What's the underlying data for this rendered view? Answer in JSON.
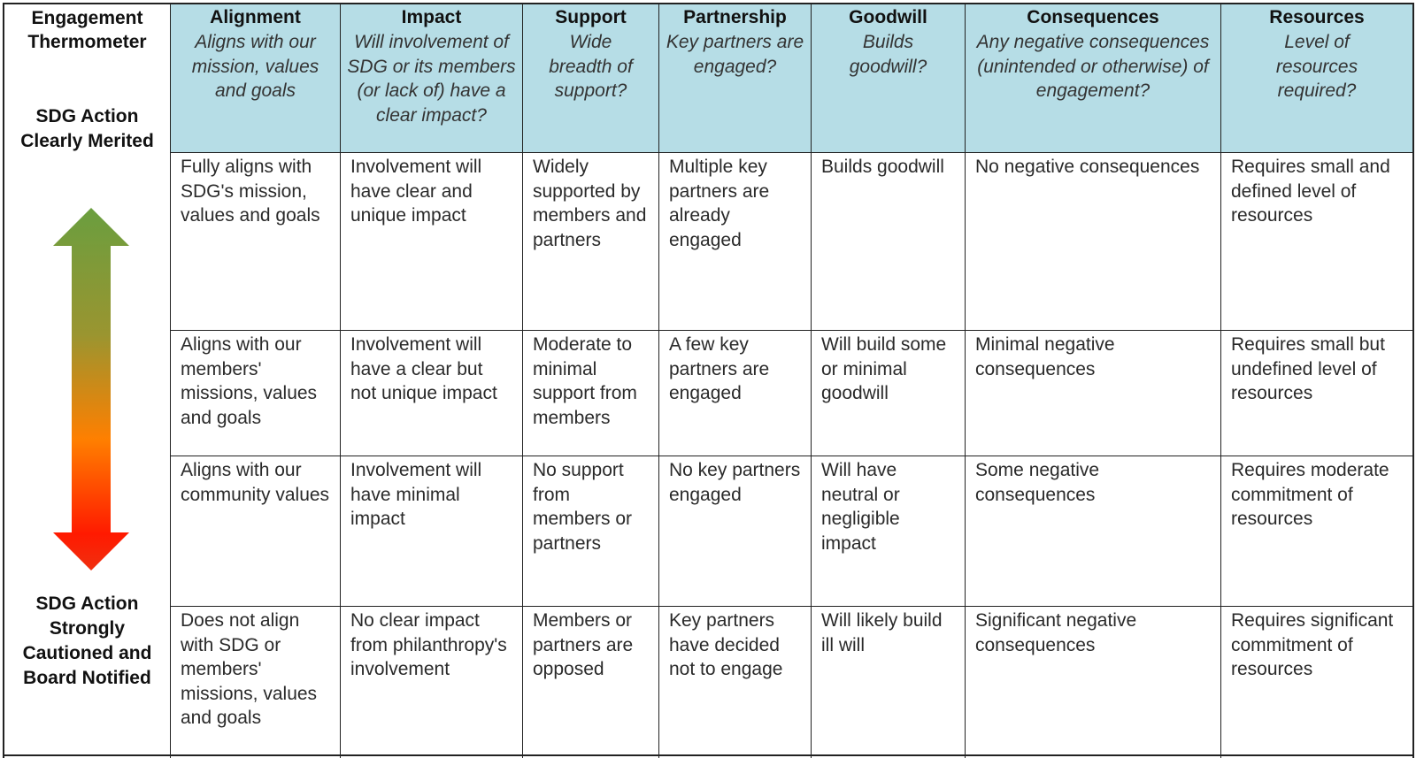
{
  "thermometer": {
    "title": "Engagement Thermometer",
    "top_label": "SDG Action Clearly Merited",
    "bottom_label": "SDG Action Strongly Cautioned and Board Notified",
    "arrow_colors": {
      "top": "#6a9e3f",
      "middle": "#ff7f00",
      "bottom": "#ff1a00"
    }
  },
  "colors": {
    "header_bg": "#b6dde6",
    "border": "#222222"
  },
  "columns": [
    {
      "title": "Alignment",
      "question": "Aligns with our mission, values and goals"
    },
    {
      "title": "Impact",
      "question": "Will involvement of SDG or its members (or lack of) have a clear impact?"
    },
    {
      "title": "Support",
      "question": "Wide breadth of support?"
    },
    {
      "title": "Partnership",
      "question": "Key partners are engaged?"
    },
    {
      "title": "Goodwill",
      "question": "Builds goodwill?"
    },
    {
      "title": "Consequences",
      "question": "Any negative consequences (unintended or otherwise) of engagement?"
    },
    {
      "title": "Resources",
      "question": "Level of resources required?"
    }
  ],
  "rows": [
    {
      "cells": [
        "Fully aligns with SDG's mission, values and goals",
        "Involvement will have clear and unique impact",
        "Widely supported by members and partners",
        "Multiple key partners are already engaged",
        "Builds goodwill",
        "No negative consequences",
        "Requires small and defined level of resources"
      ]
    },
    {
      "cells": [
        "Aligns with our members' missions, values and goals",
        "Involvement will have a clear but not unique impact",
        "Moderate to minimal support from members",
        "A few key partners are engaged",
        "Will build some or minimal goodwill",
        "Minimal negative consequences",
        "Requires small but undefined level of resources"
      ]
    },
    {
      "cells": [
        "Aligns with our community values",
        "Involvement will have minimal impact",
        "No support from members or partners",
        "No key partners engaged",
        "Will have neutral or negligible impact",
        "Some negative consequences",
        "Requires moderate commitment of resources"
      ]
    },
    {
      "cells": [
        "Does not align with SDG or members' missions, values and goals",
        "No clear impact from philanthropy's involvement",
        "Members or partners are opposed",
        "Key partners have decided not to engage",
        "Will likely build ill will",
        "Significant negative consequences",
        "Requires significant commitment of resources"
      ]
    }
  ]
}
